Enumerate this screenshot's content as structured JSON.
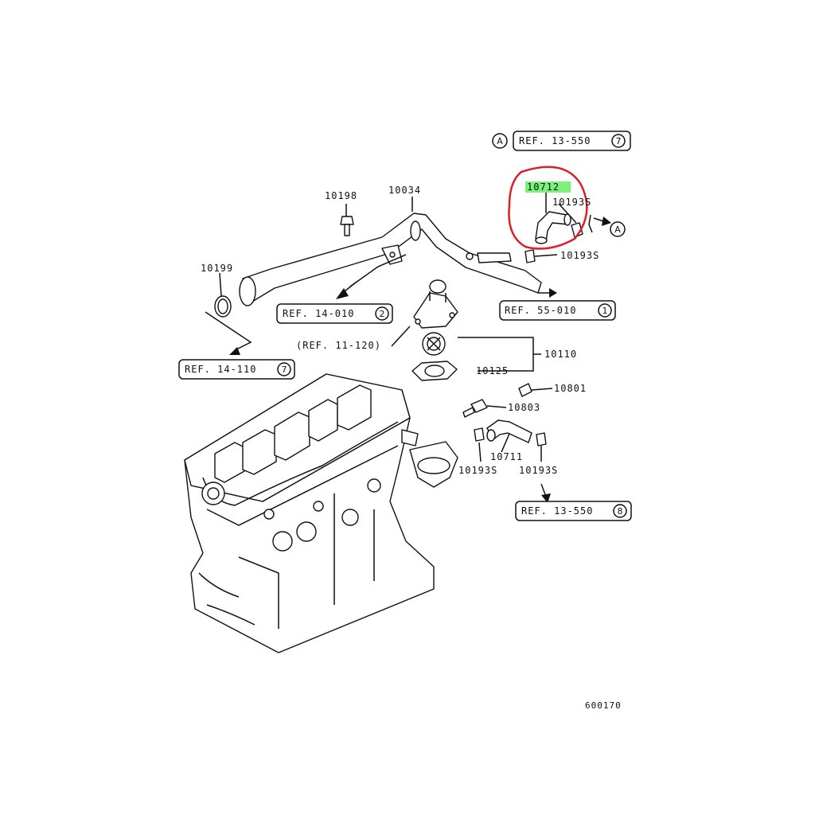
{
  "parts": {
    "p10198": "10198",
    "p10034": "10034",
    "p10712": "10712",
    "p10193s_top": "10193S",
    "p10193s_mid": "10193S",
    "p10199": "10199",
    "p10110": "10110",
    "p10125": "10125",
    "p10801": "10801",
    "p10803": "10803",
    "p10711": "10711",
    "p10193s_low_left": "10193S",
    "p10193s_low_right": "10193S"
  },
  "refs": {
    "ref13_550_top": {
      "text": "REF. 13-550",
      "num": "7"
    },
    "ref14_010": {
      "text": "REF. 14-010",
      "num": "2"
    },
    "ref55_010": {
      "text": "REF. 55-010",
      "num": "1"
    },
    "ref11_120": {
      "text": "(REF. 11-120)"
    },
    "ref14_110": {
      "text": "REF. 14-110",
      "num": "7"
    },
    "ref13_550_bottom": {
      "text": "REF. 13-550",
      "num": "8"
    }
  },
  "markers": {
    "a_top": "A",
    "a_right": "A"
  },
  "drawing_code": "600170",
  "colors": {
    "highlight_circle": "#dd1f26",
    "label_highlight": "#7df27a",
    "ink": "#111111"
  }
}
